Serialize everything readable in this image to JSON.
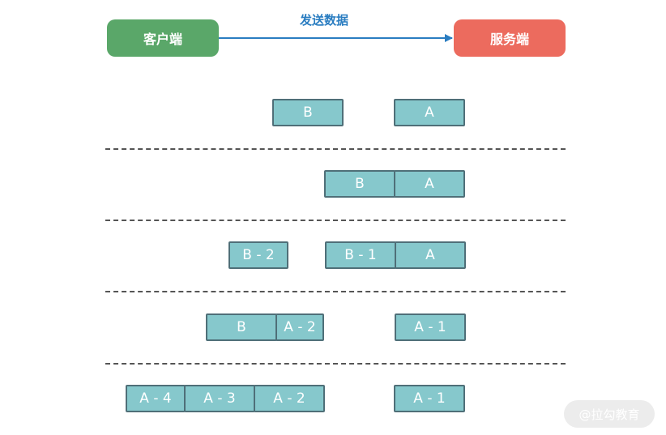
{
  "header": {
    "client_label": "客户端",
    "server_label": "服务端",
    "arrow_label": "发送数据"
  },
  "rows": [
    {
      "packets": [
        "B",
        "A"
      ]
    },
    {
      "packets": [
        "B",
        "A"
      ]
    },
    {
      "packets": [
        "B - 2",
        "B - 1",
        "A"
      ]
    },
    {
      "packets": [
        "B",
        "A - 2",
        "A - 1"
      ]
    },
    {
      "packets": [
        "A - 4",
        "A - 3",
        "A - 2",
        "A - 1"
      ]
    }
  ],
  "watermark": "@拉勾教育",
  "colors": {
    "client": "#5aa769",
    "server": "#ec6b5e",
    "arrow": "#2a7dc1",
    "packet_fill": "#86c8cc",
    "packet_border": "#4f6f78"
  }
}
